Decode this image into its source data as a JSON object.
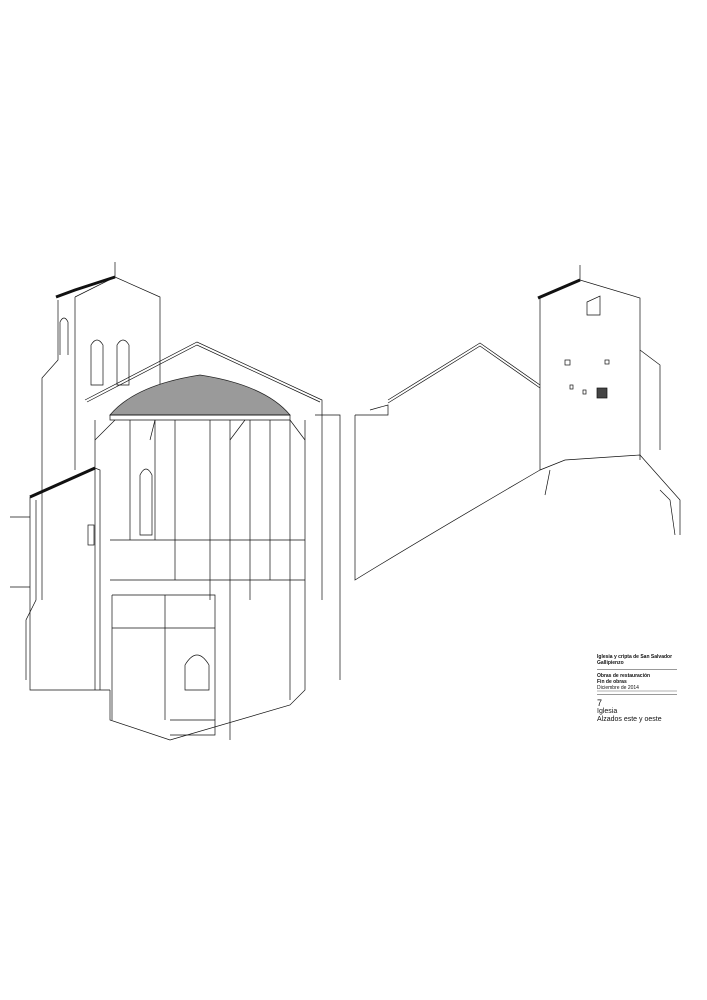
{
  "title_block": {
    "project_line1": "Iglesia y cripta de San Salvador",
    "project_line2": "Gallipienzo",
    "phase_line1": "Obras de restauración",
    "phase_line2": "Fin de obras",
    "date": "Diciembre de 2014",
    "sheet_number": "7",
    "sheet_title": "Iglesia",
    "sheet_subtitle": "Alzados este y oeste"
  }
}
